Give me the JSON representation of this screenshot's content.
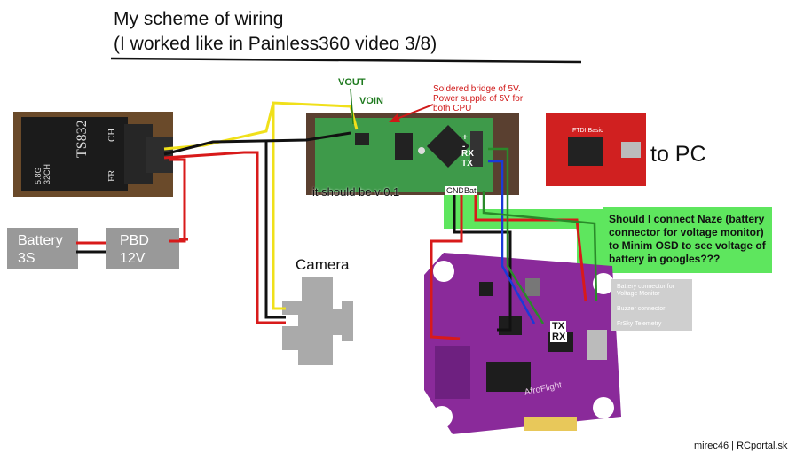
{
  "title": {
    "line1": "My scheme of wiring",
    "line2": "(I worked like in Painless360 video 3/8)"
  },
  "osd": {
    "vout_label": "VOUT",
    "voin_label": "VOIN",
    "bridge_note": "Soldered bridge of 5V. Power supple of 5V for both CPU",
    "version_note": "it should be v 0.1",
    "plus_label": "+",
    "minus_label": "-",
    "rx_label": "RX",
    "tx_label": "TX",
    "gnd_label": "GND",
    "bat_label": "Bat"
  },
  "vtx": {
    "model": "TS832",
    "band": "5.8G 32CH",
    "fr_label": "FR",
    "ch_label": "CH"
  },
  "battery": {
    "label": "Battery 3S"
  },
  "pbd": {
    "label": "PBD 12V"
  },
  "camera": {
    "label": "Camera"
  },
  "pc": {
    "label": "to PC",
    "ftdi_text": "FTDI Basic"
  },
  "question": {
    "text": "Should I connect Naze (battery connector for voltage monitor) to Minim OSD to see voltage of battery in googles???"
  },
  "fc": {
    "tx_label": "TX",
    "rx_label": "RX",
    "brand_text": "AfroFlight",
    "legend": [
      "Battery connector for Voltage Monitor",
      "Buzzer connector",
      "FrSky Telemetry"
    ]
  },
  "credit": {
    "text": "mirec46 | RCportal.sk"
  },
  "colors": {
    "wire_red": "#d81a1a",
    "wire_black": "#111111",
    "wire_yellow": "#f0e01a",
    "wire_green": "#2a8a2a",
    "wire_blue": "#1a3ad8",
    "board_purple": "#8a2a9a",
    "highlight_green": "#5ee65e",
    "box_gray": "#999999",
    "camera_gray": "#aaaaaa",
    "note_red": "#d01818",
    "label_green": "#1f7a1f"
  }
}
